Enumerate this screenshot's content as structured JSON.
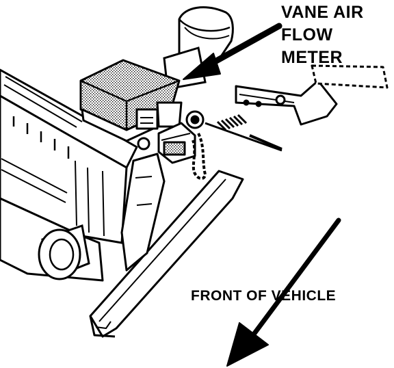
{
  "callouts": {
    "vane_air_flow_meter": {
      "line1": "VANE AIR",
      "line2": "FLOW",
      "line3": "METER"
    },
    "front_of_vehicle": "FRONT OF VEHICLE"
  },
  "icons": {
    "meter_pointer": "arrow-up-left-icon",
    "front_direction": "arrow-down-left-icon"
  },
  "colors": {
    "ink": "#000000",
    "paper": "#ffffff",
    "shading": "#9a9a9a"
  }
}
